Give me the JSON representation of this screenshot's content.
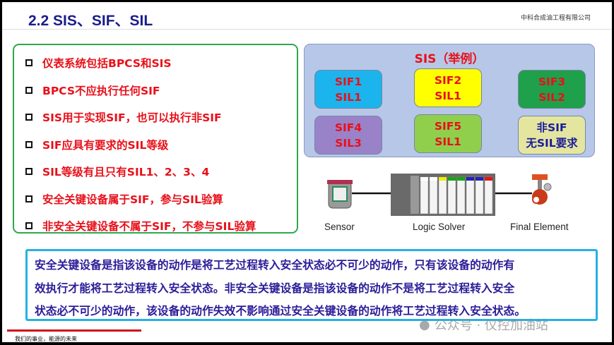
{
  "header": {
    "title": "2.2  SIS、SIF、SIL",
    "company": "中科合成油工程有限公司"
  },
  "points": [
    "仪表系统包括BPCS和SIS",
    "BPCS不应执行任何SIF",
    "SIS用于实现SIF，也可以执行非SIF",
    "SIF应具有要求的SIL等级",
    "SIL等级有且只有SIL1、2、3、4",
    "安全关键设备属于SIF，参与SIL验算",
    "非安全关键设备不属于SIF，不参与SIL验算"
  ],
  "example": {
    "title": "SIS（举例）",
    "boxes": [
      {
        "line1": "SIF1",
        "line2": "SIL1",
        "color": "#1cb4ec"
      },
      {
        "line1": "SIF2",
        "line2": "SIL1",
        "color": "#ffff00"
      },
      {
        "line1": "SIF3",
        "line2": "SIL2",
        "color": "#1fa04a"
      },
      {
        "line1": "SIF4",
        "line2": "SIL3",
        "color": "#9a82c8"
      },
      {
        "line1": "SIF5",
        "line2": "SIL1",
        "color": "#8fcf4c"
      },
      {
        "line1": "非SIF",
        "line2": "无SIL要求",
        "color": "#e4e6a0"
      }
    ]
  },
  "diagram": {
    "sensor": "Sensor",
    "logic": "Logic Solver",
    "final": "Final Element"
  },
  "definition": [
    "安全关键设备是指该设备的动作是将工艺过程转入安全状态必不可少的动作，只有该设备的动作有",
    "效执行才能将工艺过程转入安全状态。非安全关键设备是指该设备的动作不是将工艺过程转入安全",
    "状态必不可少的动作，该设备的动作失效不影响通过安全关键设备的动作将工艺过程转入安全状态。"
  ],
  "footer": {
    "slogan": "我们的事业，能源的未来",
    "watermark": "公众号 · 仪控加油站"
  }
}
